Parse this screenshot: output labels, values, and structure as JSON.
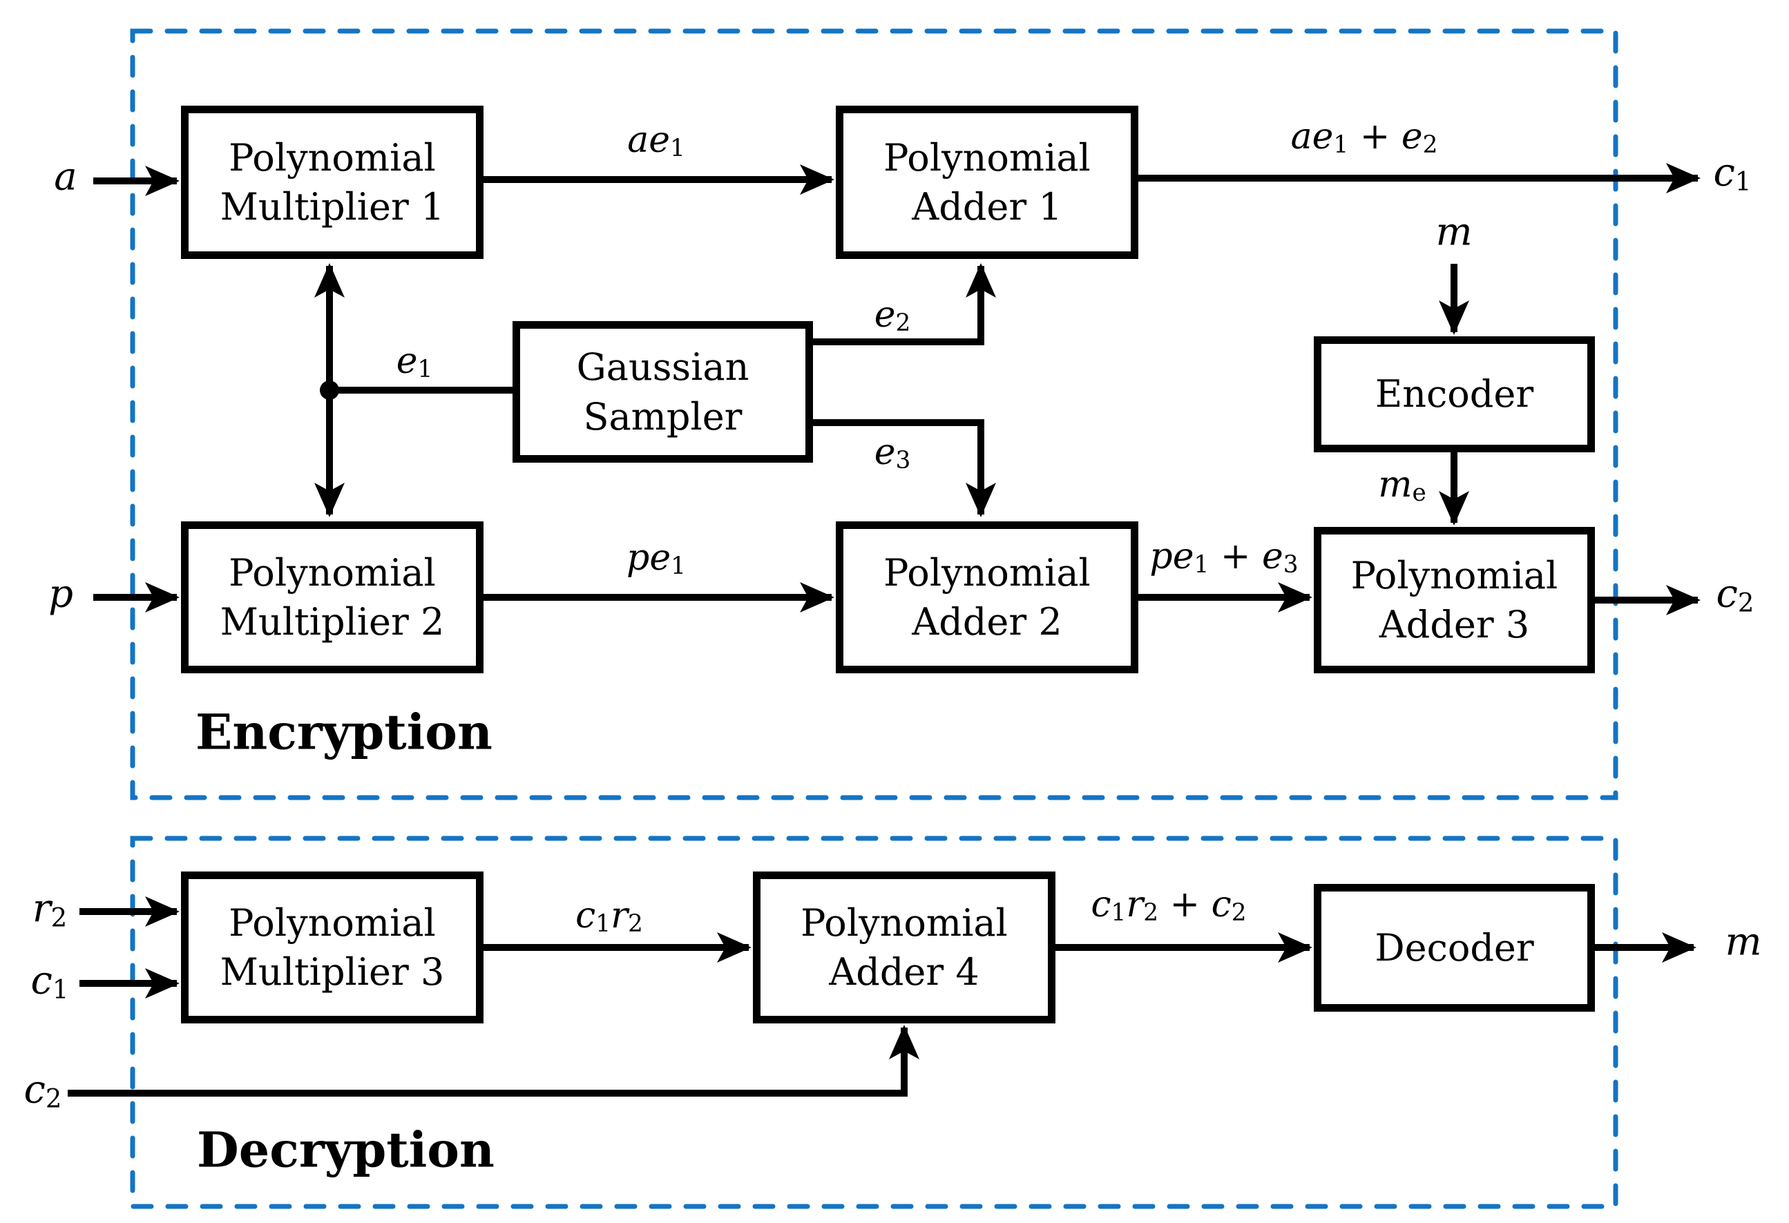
{
  "colors": {
    "line": "#000000",
    "dashed_border": "#1474c4",
    "background": "#ffffff"
  },
  "sections": {
    "encryption": {
      "label": "Encryption"
    },
    "decryption": {
      "label": "Decryption"
    }
  },
  "blocks": {
    "polynomial_multiplier_1": {
      "label": "Polynomial\nMultiplier 1"
    },
    "polynomial_adder_1": {
      "label": "Polynomial\nAdder 1"
    },
    "gaussian_sampler": {
      "label": "Gaussian\nSampler"
    },
    "encoder": {
      "label": "Encoder"
    },
    "polynomial_multiplier_2": {
      "label": "Polynomial\nMultiplier 2"
    },
    "polynomial_adder_2": {
      "label": "Polynomial\nAdder 2"
    },
    "polynomial_adder_3": {
      "label": "Polynomial\nAdder 3"
    },
    "polynomial_multiplier_3": {
      "label": "Polynomial\nMultiplier 3"
    },
    "polynomial_adder_4": {
      "label": "Polynomial\nAdder 4"
    },
    "decoder": {
      "label": "Decoder"
    }
  },
  "io": {
    "input_a": "a",
    "input_p": "p",
    "input_m": "m",
    "input_r2": "r_2",
    "input_c1": "c_1",
    "input_c2": "c_2",
    "output_c1": "c_1",
    "output_c2": "c_2",
    "output_m": "m"
  },
  "signals": {
    "ae1": "ae_1",
    "ae1_plus_e2": "ae_1 + e_2",
    "e1": "e_1",
    "e2": "e_2",
    "e3": "e_3",
    "pe1": "pe_1",
    "pe1_plus_e3": "pe_1 + e_3",
    "me": "m_e",
    "c1r2": "c_1r_2",
    "c1r2_plus_c2": "c_1r_2 + c_2"
  }
}
